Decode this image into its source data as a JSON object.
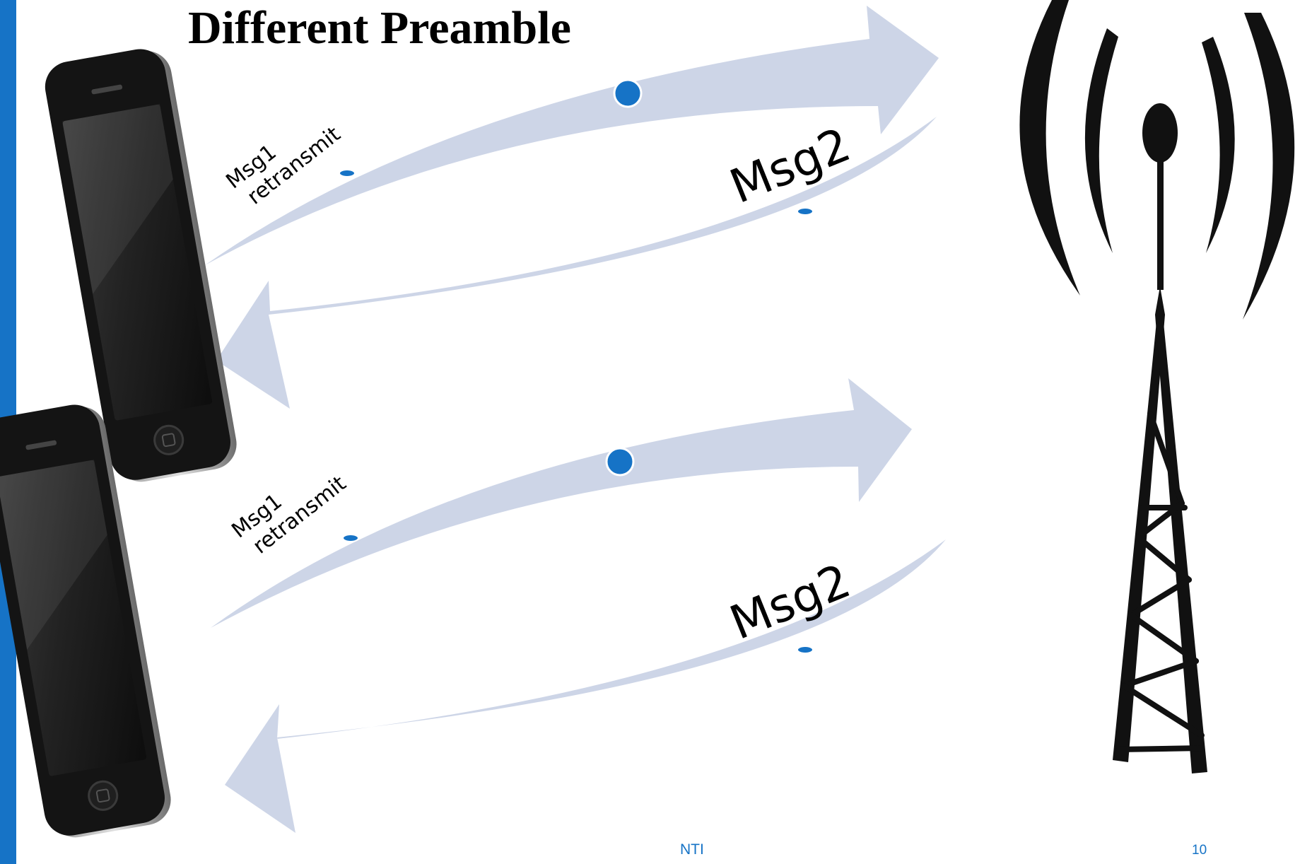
{
  "slide": {
    "title": "Different Preamble",
    "footer": "NTI",
    "page_number": "10"
  },
  "colors": {
    "accent": "#1673c6",
    "arrow_fill": "#cdd5e7",
    "marker": "#1673c6",
    "tower": "#111111",
    "phone_body": "#1a1a1a"
  },
  "exchanges": [
    {
      "uplink_label_line1": "Msg1",
      "uplink_label_line2": "retransmit",
      "downlink_label": "Msg2"
    },
    {
      "uplink_label_line1": "Msg1",
      "uplink_label_line2": "retransmit",
      "downlink_label": "Msg2"
    }
  ],
  "icons": {
    "device": "smartphone-icon",
    "base_station": "cell-tower-icon"
  }
}
